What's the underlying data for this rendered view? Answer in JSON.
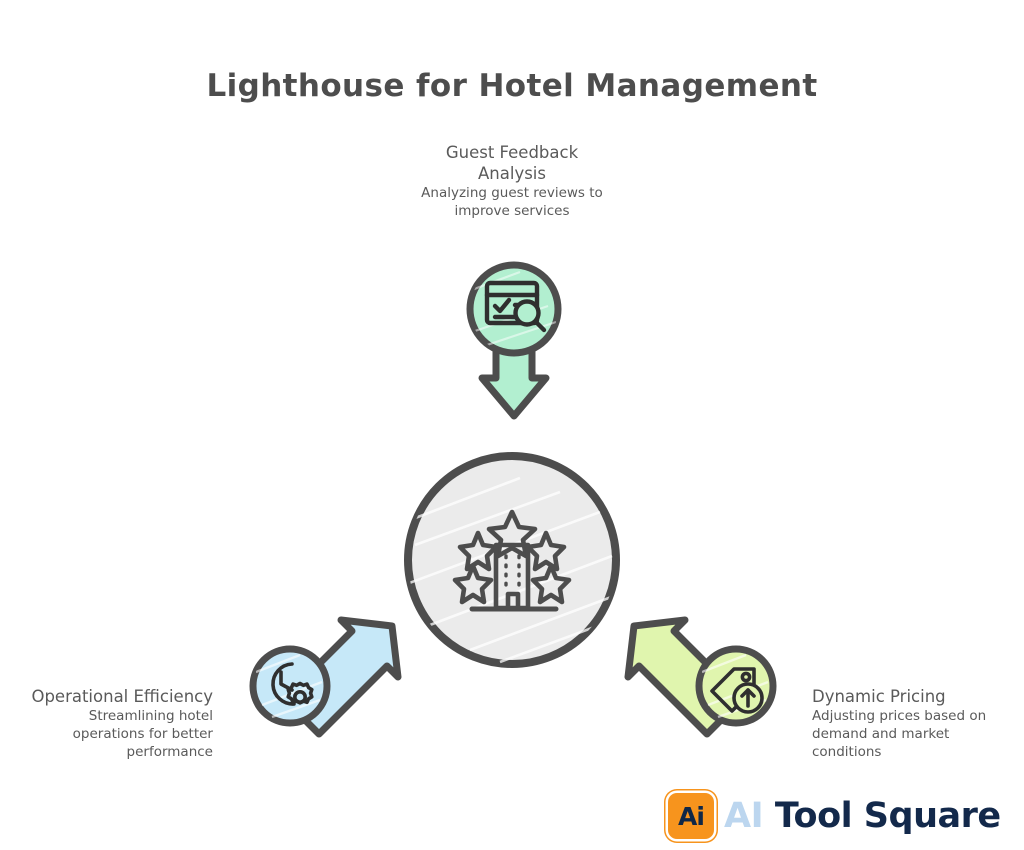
{
  "title": "Lighthouse for Hotel Management",
  "center": {
    "icon": "hotel-stars-icon",
    "fill": "#ebebeb",
    "stroke": "#4d4d4d"
  },
  "nodes": [
    {
      "id": "guest-feedback-analysis",
      "title": "Guest Feedback Analysis",
      "description": "Analyzing guest reviews to improve services",
      "icon": "review-search-icon",
      "color": "#b2efd0",
      "position": "top"
    },
    {
      "id": "operational-efficiency",
      "title": "Operational Efficiency",
      "description": "Streamlining hotel operations for better performance",
      "icon": "clock-gear-icon",
      "color": "#c6e8f8",
      "position": "bottom-left"
    },
    {
      "id": "dynamic-pricing",
      "title": "Dynamic Pricing",
      "description": "Adjusting prices based on demand and market conditions",
      "icon": "price-tag-up-arrow-icon",
      "color": "#e0f5ae",
      "position": "bottom-right"
    }
  ],
  "logo": {
    "badge_text": "Ai",
    "word_light": "AI",
    "word_dark": "Tool Square",
    "badge_color": "#F7941D",
    "dark_color": "#13294b",
    "light_color": "#bcd6ef"
  },
  "colors": {
    "outline": "#4d4d4d",
    "text": "#5a5a5a",
    "background": "#ffffff"
  }
}
